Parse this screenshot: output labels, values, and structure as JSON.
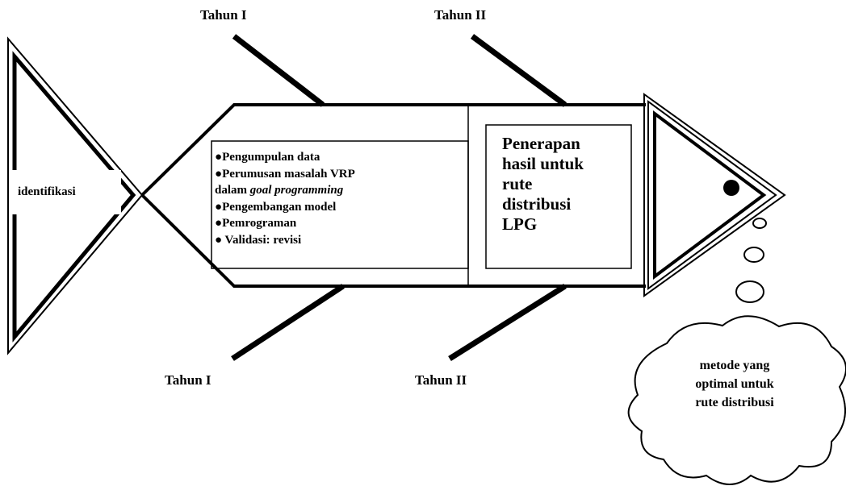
{
  "diagram": {
    "tail_label": "identifikasi",
    "year_labels": {
      "top_left": "Tahun I",
      "top_right": "Tahun II",
      "bottom_left": "Tahun I",
      "bottom_right": "Tahun II"
    },
    "steps": [
      {
        "bullet": "●",
        "text": "Pengumpulan data"
      },
      {
        "bullet": "●",
        "text": "Perumusan masalah VRP"
      },
      {
        "bullet": "",
        "text": "dalam ",
        "italic": "goal programming"
      },
      {
        "bullet": "●",
        "text": "Pengembangan model"
      },
      {
        "bullet": "●",
        "text": "Pemrograman"
      },
      {
        "bullet": "● ",
        "text": "Validasi: revisi"
      }
    ],
    "result_lines": [
      "Penerapan",
      "hasil untuk",
      "rute",
      "distribusi",
      "LPG"
    ],
    "cloud_lines": [
      "metode yang",
      "optimal untuk",
      "rute distribusi"
    ],
    "line_color": "#000000",
    "background_color": "#ffffff"
  }
}
